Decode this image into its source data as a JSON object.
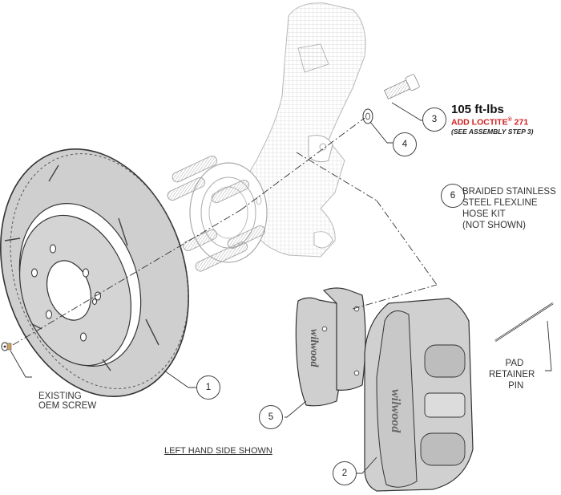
{
  "diagram": {
    "title": "Front brake kit exploded assembly view",
    "view_note": "LEFT HAND SIDE SHOWN",
    "brand_mark": "wilwood",
    "callouts": [
      {
        "number": "1",
        "part": "rotor"
      },
      {
        "number": "2",
        "part": "caliper"
      },
      {
        "number": "3",
        "part": "caliper-mounting-bolt"
      },
      {
        "number": "4",
        "part": "washer"
      },
      {
        "number": "5",
        "part": "brake-pads"
      },
      {
        "number": "6",
        "part": "hose-kit"
      }
    ],
    "bolt_note": {
      "torque": "105 ft-lbs",
      "loctite_prefix": "ADD LOCTITE",
      "loctite_reg": "®",
      "loctite_suffix": " 271",
      "step": "(SEE ASSEMBLY STEP 3)"
    },
    "hose_note": [
      "BRAIDED STAINLESS",
      "STEEL FLEXLINE",
      "HOSE KIT",
      "(NOT SHOWN)"
    ],
    "screw_note": [
      "EXISTING",
      "OEM SCREW"
    ],
    "pin_note": [
      "PAD",
      "RETAINER",
      "PIN"
    ],
    "colors": {
      "part_fill": "#cfcfcf",
      "part_stroke": "#333333",
      "knuckle_stroke": "#b8b8b8",
      "warning_red": "#d22020"
    }
  }
}
